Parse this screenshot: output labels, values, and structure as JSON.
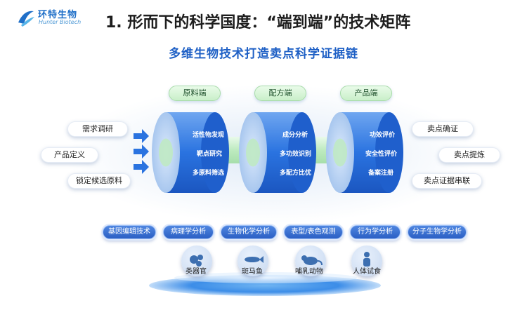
{
  "logo": {
    "cn": "环特生物",
    "en": "Hunter Biotech"
  },
  "title": "1. 形而下的科学国度：“端到端”的技术矩阵",
  "subtitle": "多维生物技术打造卖点科学证据链",
  "stage_headers": [
    "原料端",
    "配方端",
    "产品端"
  ],
  "left_items": [
    "需求调研",
    "产品定义",
    "锁定候选原料"
  ],
  "right_items": [
    "卖点确证",
    "卖点提炼",
    "卖点证据串联"
  ],
  "cylinders": [
    {
      "lines": [
        "活性物发现",
        "靶点研究",
        "多原料筛选"
      ]
    },
    {
      "lines": [
        "成分分析",
        "多功效识别",
        "多配方比优"
      ]
    },
    {
      "lines": [
        "功效评价",
        "安全性评价",
        "备案注册"
      ]
    }
  ],
  "methods": [
    "基因编辑技术",
    "病理学分析",
    "生物化学分析",
    "表型/表色观测",
    "行为学分析",
    "分子生物学分析"
  ],
  "organisms": [
    {
      "label": "类器官",
      "icon": "organoid-icon"
    },
    {
      "label": "斑马鱼",
      "icon": "zebrafish-icon"
    },
    {
      "label": "哺乳动物",
      "icon": "mammal-icon"
    },
    {
      "label": "人体试食",
      "icon": "human-icon"
    }
  ],
  "colors": {
    "title_blue": "#1d5fc5",
    "cylinder_blue": "#2a73e0",
    "green": "#c9efc9"
  }
}
